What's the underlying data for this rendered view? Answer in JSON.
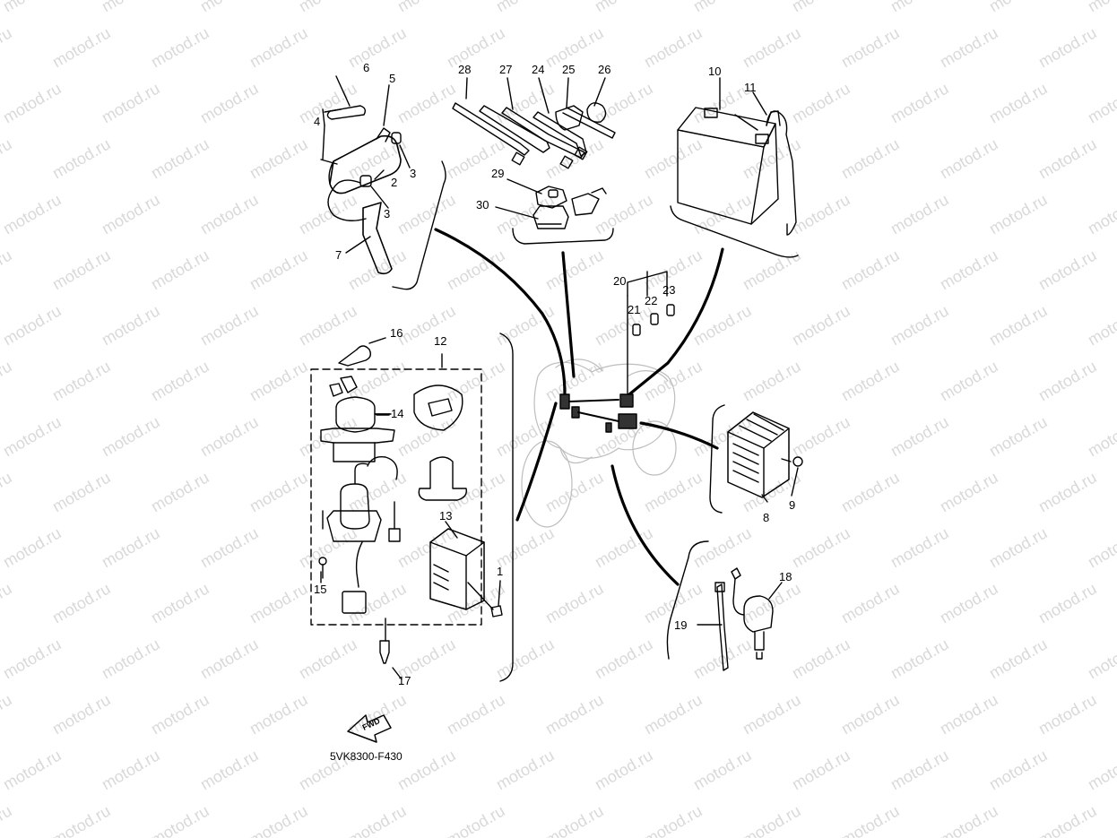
{
  "watermark": {
    "text": "motod.ru"
  },
  "diagram": {
    "code": "5VK8300-F430",
    "fwd_label": "FWD",
    "callouts": {
      "c1": "1",
      "c2": "2",
      "c3a": "3",
      "c3b": "3",
      "c4": "4",
      "c5": "5",
      "c6": "6",
      "c7": "7",
      "c8": "8",
      "c9": "9",
      "c10": "10",
      "c11": "11",
      "c12": "12",
      "c13": "13",
      "c14": "14",
      "c15": "15",
      "c16": "16",
      "c17": "17",
      "c18": "18",
      "c19": "19",
      "c20": "20",
      "c21": "21",
      "c22": "22",
      "c23": "23",
      "c24": "24",
      "c25": "25",
      "c26": "26",
      "c27": "27",
      "c28": "28",
      "c29": "29",
      "c30": "30"
    }
  }
}
